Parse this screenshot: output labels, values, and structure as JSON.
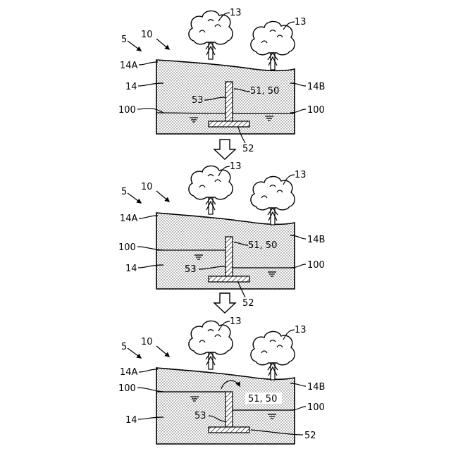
{
  "labels": {
    "ref_5": "5",
    "ref_10": "10",
    "ref_13": "13",
    "ref_14": "14",
    "ref_14A": "14A",
    "ref_14B": "14B",
    "ref_100": "100",
    "ref_52": "52",
    "ref_53": "53",
    "ref_51_50": "51, 50"
  },
  "stages": [
    {
      "step": 1,
      "water_level_left": "same",
      "water_level_right": "same",
      "circulation_arrow": false
    },
    {
      "step": 2,
      "water_level_left": "raised",
      "water_level_right": "lower",
      "circulation_arrow": false
    },
    {
      "step": 3,
      "water_level_left": "raised",
      "water_level_right": "lower",
      "circulation_arrow": true
    }
  ],
  "icons": {
    "transition_arrow": "down-arrow-icon",
    "tree": "tree-icon",
    "water_surface": "water-level-icon",
    "flow": "curved-arrow-icon"
  },
  "colors": {
    "line": "#000000",
    "background": "#ffffff",
    "soil_dot": "#555555"
  }
}
